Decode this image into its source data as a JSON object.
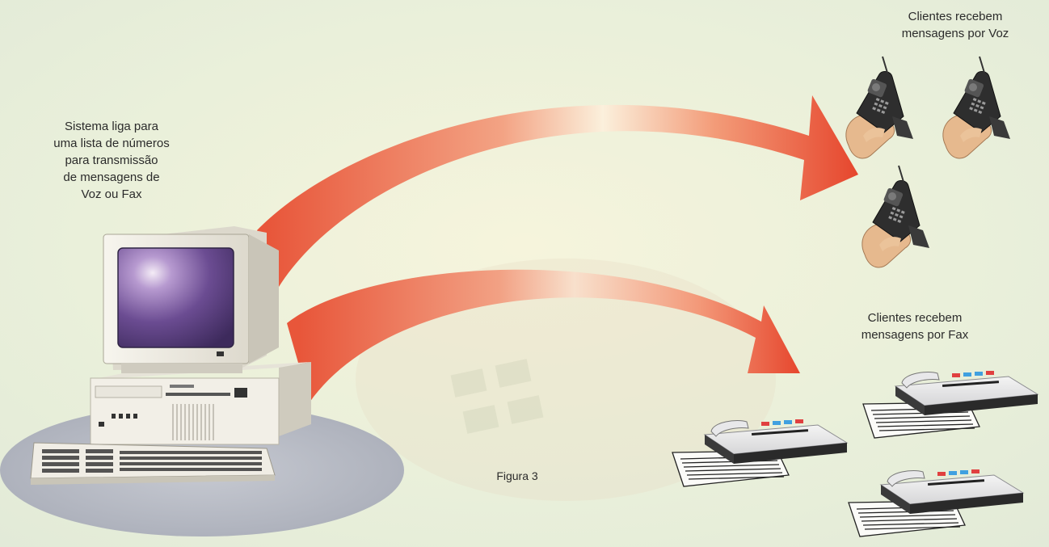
{
  "captions": {
    "system": [
      "Sistema liga para",
      "uma lista de números",
      "para transmissão",
      "de mensagens de",
      "Voz ou Fax"
    ],
    "voice_clients": [
      "Clientes recebem",
      "mensagens por Voz"
    ],
    "fax_clients": [
      "Clientes recebem",
      "mensagens por Fax"
    ],
    "figure": "Figura 3"
  },
  "icons": {
    "computer": "desktop-computer-icon",
    "phone": "mobile-phone-in-hand-icon",
    "fax": "fax-machine-icon",
    "arrow": "curved-arrow-icon"
  },
  "colors": {
    "background": "#eef2dc",
    "arrow": "#e85a3c",
    "arrow_light": "#f8d6b8",
    "screen": "#5a3f7e",
    "computer_body": "#f1eee6",
    "shadow": "#b8bcc6"
  }
}
